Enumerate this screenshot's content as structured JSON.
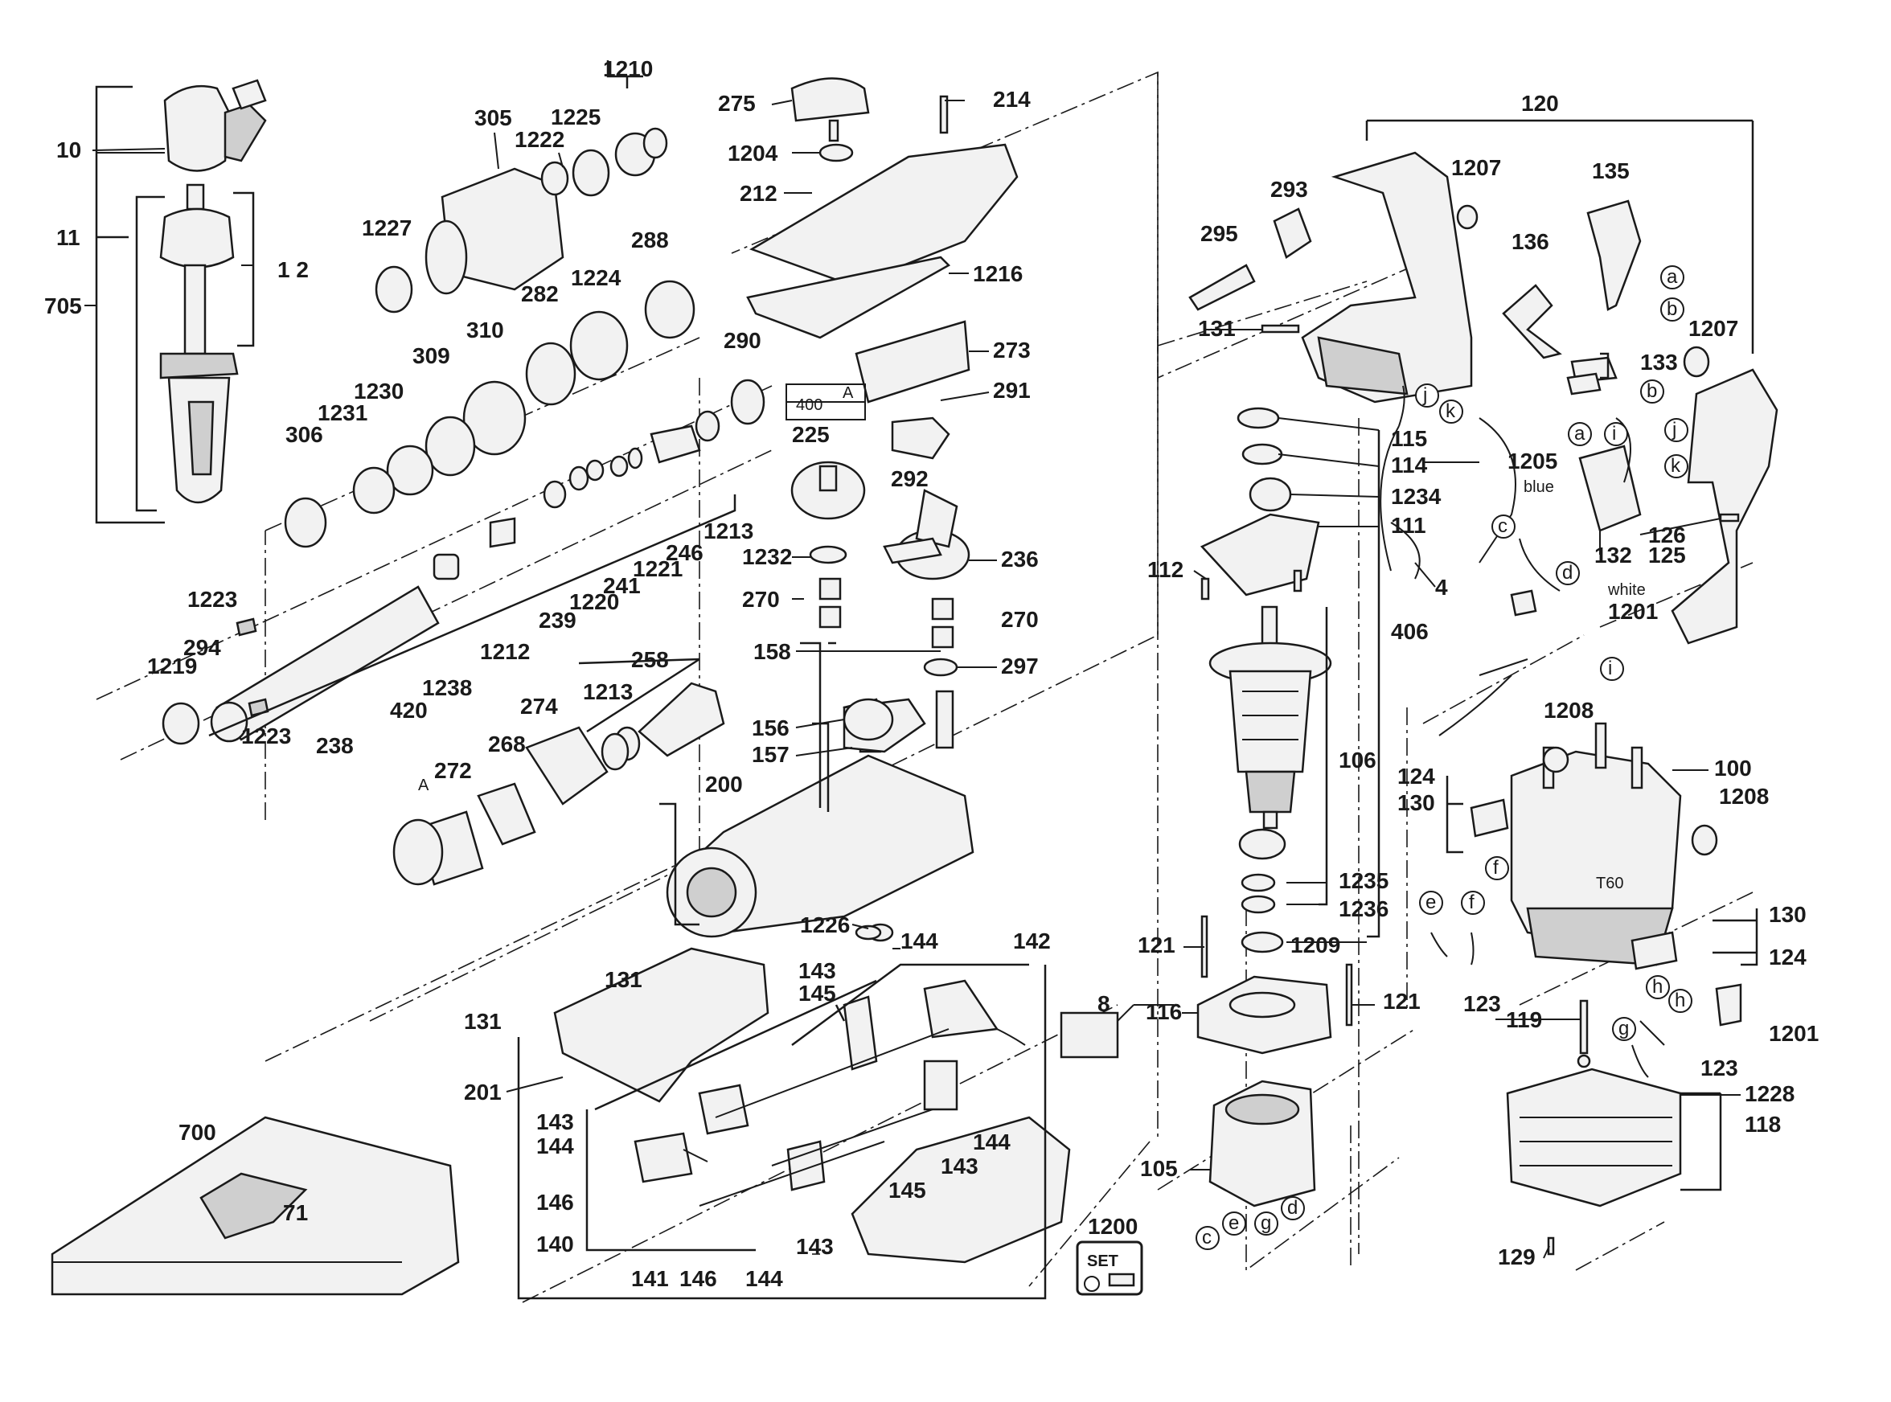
{
  "labels": {
    "l10": "10",
    "l11": "11",
    "l12": "1 2",
    "l705": "705",
    "l305": "305",
    "l1210": "1210",
    "l1225": "1225",
    "l1222": "1222",
    "l1227": "1227",
    "l288": "288",
    "l1224": "1224",
    "l282": "282",
    "l310": "310",
    "l309": "309",
    "l1230": "1230",
    "l1231": "1231",
    "l306": "306",
    "l290": "290",
    "l1213a": "1213",
    "l246": "246",
    "l1221": "1221",
    "l241": "241",
    "l1220": "1220",
    "l239": "239",
    "l1212": "1212",
    "l1238": "1238",
    "l420": "420",
    "l238": "238",
    "l1223a": "1223",
    "l1223b": "1223",
    "l294": "294",
    "l1219": "1219",
    "l275": "275",
    "l214": "214",
    "l1204": "1204",
    "l212": "212",
    "l1216": "1216",
    "l273": "273",
    "l291": "291",
    "l400": "400",
    "lA1": "A",
    "l225": "225",
    "l292": "292",
    "l236": "236",
    "l1232": "1232",
    "l270a": "270",
    "l270b": "270",
    "l297": "297",
    "l158": "158",
    "l258": "258",
    "l1213b": "1213",
    "l274": "274",
    "l268": "268",
    "l272": "272",
    "lA2": "A",
    "l156": "156",
    "l157": "157",
    "l200": "200",
    "l1226": "1226",
    "l144a": "144",
    "l142": "142",
    "l143a": "143",
    "l145a": "145",
    "l131a": "131",
    "l131b": "131",
    "l8": "8",
    "l201": "201",
    "l143b": "143",
    "l144b": "144",
    "l146a": "146",
    "l140": "140",
    "l141": "141",
    "l146b": "146",
    "l144c": "144",
    "l143c": "143",
    "l145b": "145",
    "l143d": "143",
    "l144d": "144",
    "l1200": "1200",
    "l700": "700",
    "l71": "71",
    "l120": "120",
    "l293": "293",
    "l1207a": "1207",
    "l135": "135",
    "l295": "295",
    "l136": "136",
    "l131c": "131",
    "l1207b": "1207",
    "l133": "133",
    "l115": "115",
    "l114": "114",
    "l1234": "1234",
    "l111": "111",
    "l112": "112",
    "l1205": "1205",
    "l126": "126",
    "l125": "125",
    "l132": "132",
    "l4": "4",
    "l406": "406",
    "l1201a": "1201",
    "l106": "106",
    "l1208a": "1208",
    "l124a": "124",
    "l130a": "130",
    "l100": "100",
    "l1208b": "1208",
    "l1235": "1235",
    "l1236": "1236",
    "l121a": "121",
    "l1209": "1209",
    "l130b": "130",
    "l124b": "124",
    "l123a": "123",
    "l116": "116",
    "l121b": "121",
    "l119": "119",
    "l1201b": "1201",
    "l123b": "123",
    "l1228": "1228",
    "l118": "118",
    "l105": "105",
    "l129": "129"
  },
  "letters": {
    "a1": "a",
    "b1": "b",
    "j1": "j",
    "k1": "k",
    "a2": "a",
    "i1": "i",
    "b2": "b",
    "j2": "j",
    "k2": "k",
    "c1": "c",
    "d1": "d",
    "i2": "i",
    "e1": "e",
    "f1": "f",
    "f2": "f",
    "c2": "c",
    "e2": "e",
    "g1": "g",
    "d2": "d",
    "h1": "h",
    "h2": "h",
    "g2": "g"
  },
  "wire_labels": {
    "blue": "blue",
    "white": "white"
  },
  "set_badge": "SET",
  "motor_badge": "T60"
}
